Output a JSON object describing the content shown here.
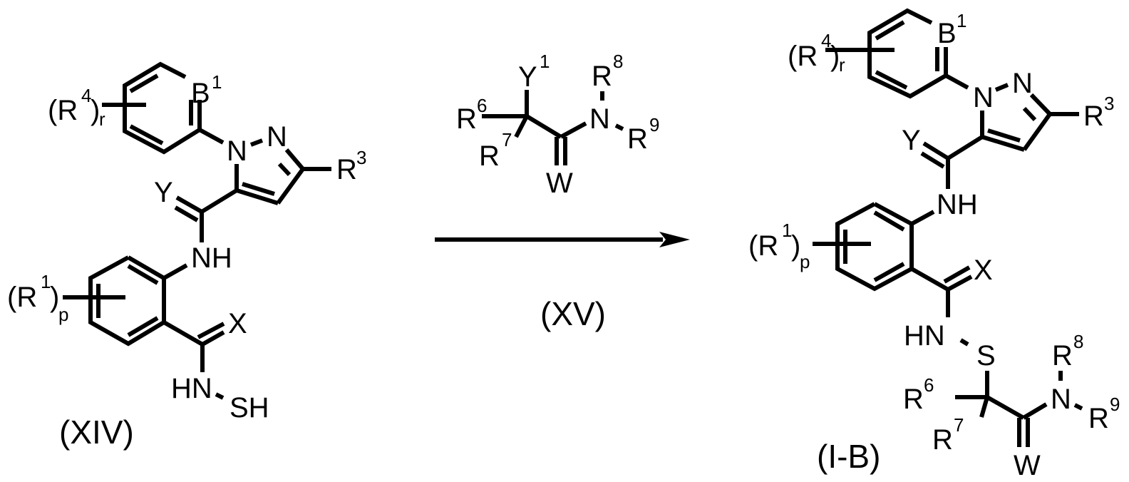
{
  "diagram": {
    "type": "chemical-reaction-scheme",
    "background": "#ffffff",
    "ink": "#000000"
  },
  "reactant": {
    "id_label": "(XIV)",
    "labels": {
      "b1": "B",
      "b1_sup": "1",
      "r4_open": "(R",
      "r4_sup": "4",
      "r4_close": ")",
      "r4_sub": "r",
      "n1": "N",
      "n2": "N",
      "r3": "R",
      "r3_sup": "3",
      "y": "Y",
      "nh": "NH",
      "r1_open": "(R",
      "r1_sup": "1",
      "r1_close": ")",
      "r1_sub": "p",
      "x": "X",
      "hn": "HN",
      "sh": "SH"
    }
  },
  "reagent": {
    "id_label": "(XV)",
    "labels": {
      "y1": "Y",
      "y1_sup": "1",
      "r6": "R",
      "r6_sup": "6",
      "r7": "R",
      "r7_sup": "7",
      "n": "N",
      "r8": "R",
      "r8_sup": "8",
      "r9": "R",
      "r9_sup": "9",
      "w": "W"
    }
  },
  "arrow": {
    "direction": "right"
  },
  "product": {
    "id_label": "(I-B)",
    "labels": {
      "b1": "B",
      "b1_sup": "1",
      "r4_open": "(R",
      "r4_sup": "4",
      "r4_close": ")",
      "r4_sub": "r",
      "n1": "N",
      "n2": "N",
      "r3": "R",
      "r3_sup": "3",
      "y": "Y",
      "nh": "NH",
      "r1_open": "(R",
      "r1_sup": "1",
      "r1_close": ")",
      "r1_sub": "p",
      "x": "X",
      "hn": "HN",
      "s": "S",
      "r6": "R",
      "r6_sup": "6",
      "r7": "R",
      "r7_sup": "7",
      "n": "N",
      "r8": "R",
      "r8_sup": "8",
      "r9": "R",
      "r9_sup": "9",
      "w": "W"
    }
  }
}
